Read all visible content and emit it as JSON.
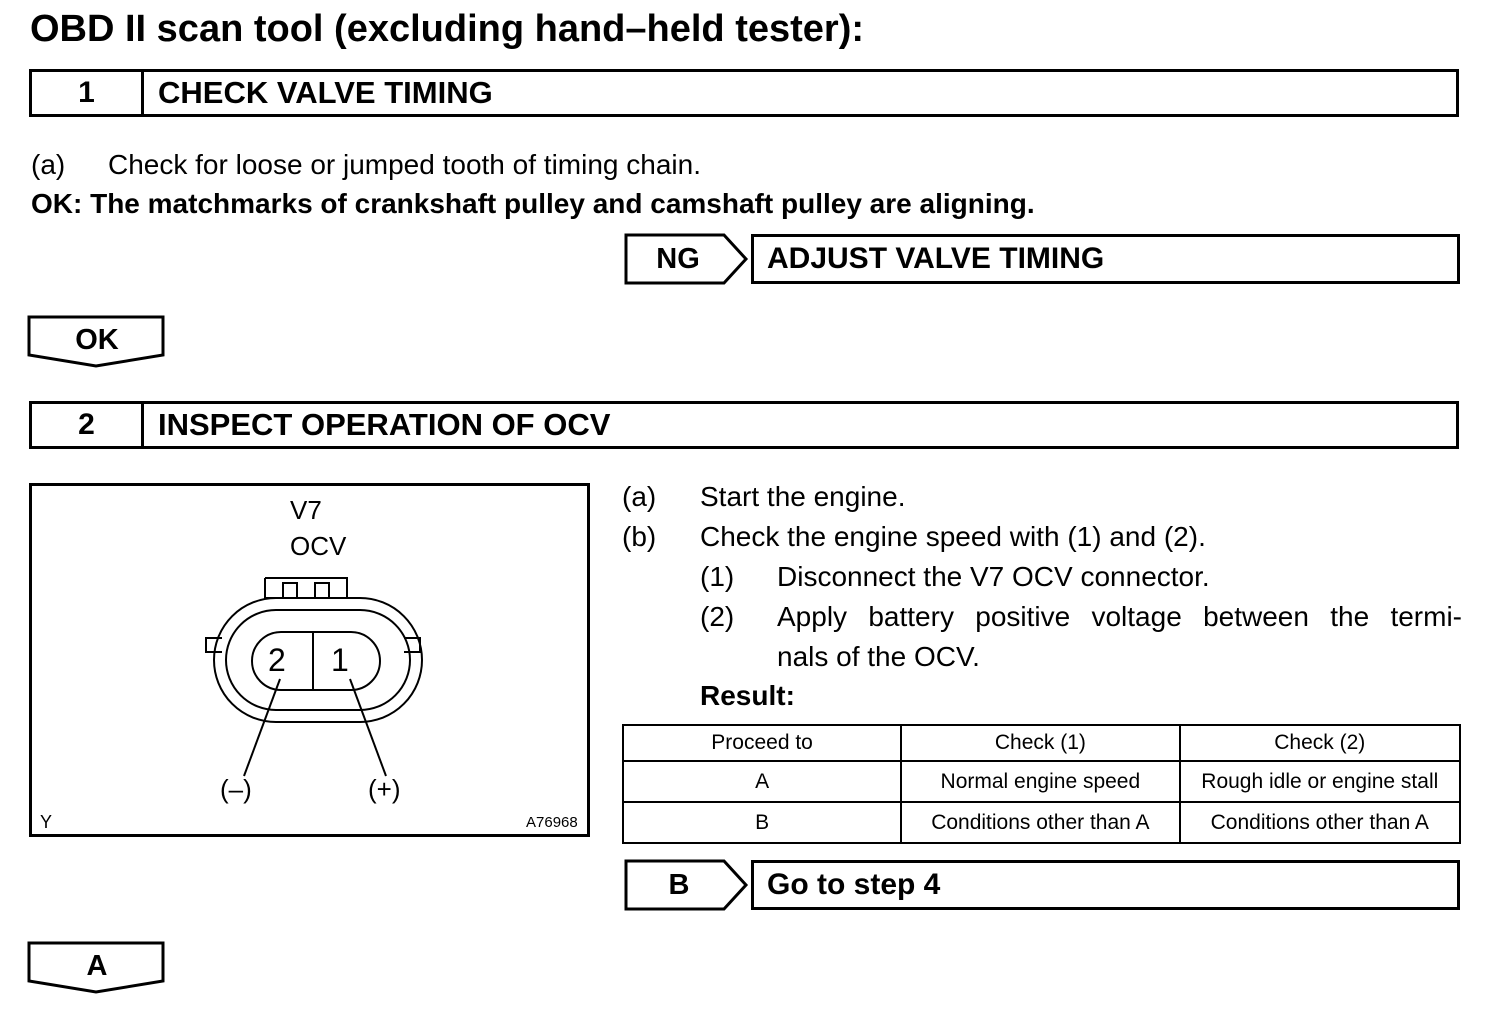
{
  "page_title": "OBD II scan tool (excluding hand–held tester):",
  "step1": {
    "number": "1",
    "title": "CHECK VALVE TIMING",
    "instruction_marker": "(a)",
    "instruction": "Check for loose or jumped tooth of timing chain.",
    "ok_criteria": "OK: The matchmarks of crankshaft pulley and camshaft pulley are aligning.",
    "ng_label": "NG",
    "ng_action": "ADJUST VALVE TIMING",
    "ok_label": "OK"
  },
  "step2": {
    "number": "2",
    "title": "INSPECT OPERATION OF OCV",
    "figure": {
      "connector_id": "V7",
      "connector_name": "OCV",
      "terminal_left": "2",
      "terminal_right": "1",
      "polarity_left": "(–)",
      "polarity_right": "(+)",
      "corner_code": "Y",
      "figure_id": "A76968"
    },
    "instructions": [
      {
        "marker": "(a)",
        "text": "Start the engine."
      },
      {
        "marker": "(b)",
        "text": "Check the engine speed with (1) and (2)."
      }
    ],
    "substeps": [
      {
        "marker": "(1)",
        "text": "Disconnect the V7 OCV connector."
      },
      {
        "marker": "(2)",
        "text": "Apply battery positive voltage between the termi-",
        "text_cont": "nals of the OCV."
      }
    ],
    "result_label": "Result:",
    "table": {
      "headers": [
        "Proceed to",
        "Check (1)",
        "Check (2)"
      ],
      "rows": [
        [
          "A",
          "Normal engine speed",
          "Rough idle or engine stall"
        ],
        [
          "B",
          "Conditions other than A",
          "Conditions other than A"
        ]
      ]
    },
    "b_label": "B",
    "b_action": "Go to step 4",
    "a_label": "A"
  }
}
